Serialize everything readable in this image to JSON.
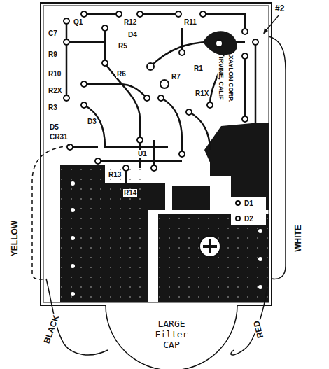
{
  "diagram": {
    "nodes": [
      {
        "text": [
          "LARGE Filter CAP"
        ]
      }
    ],
    "labels": [
      "#2",
      "Q1",
      "R12",
      "R11",
      "D4",
      "C7",
      "R9",
      "R5",
      "R10",
      "R6",
      "R7",
      "R2X",
      "R1X",
      "R3",
      "R1",
      "D3",
      "D5",
      "CR31",
      "U1",
      "R13",
      "R14",
      "D1",
      "D2",
      "XAYLON CORP.",
      "IRVINE, CALIF",
      "YELLOW",
      "BLACK",
      "RED",
      "WHITE"
    ]
  }
}
